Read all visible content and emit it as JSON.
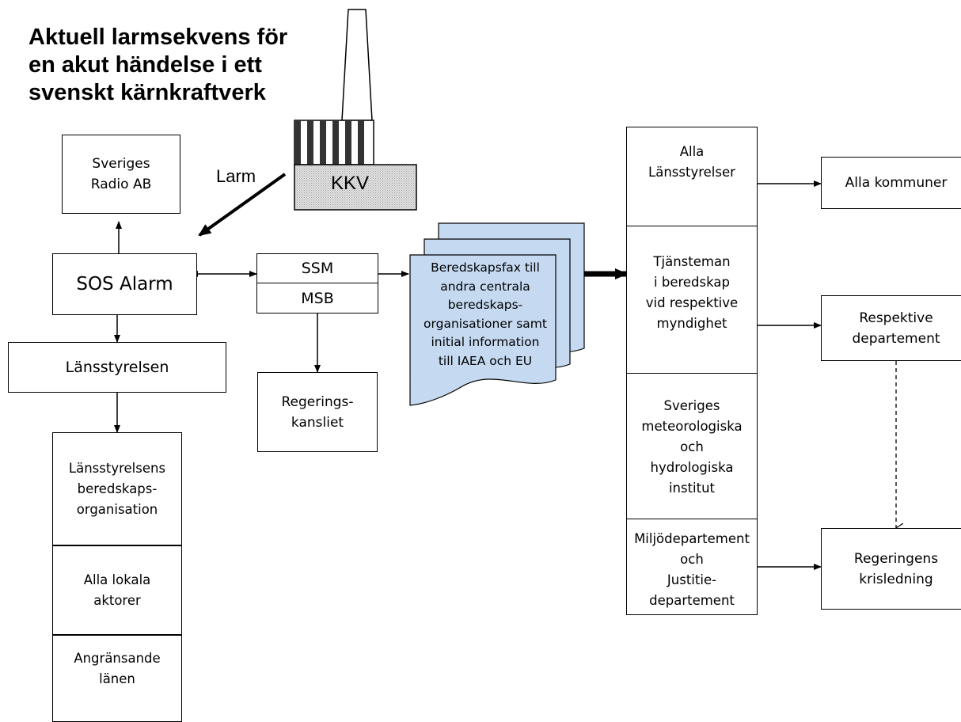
{
  "title": "Aktuell larmsekvens för\nen akut händelse i ett\nsvenskt kärnkraftverk",
  "nodes": {
    "kkv": "KKV",
    "larm": "Larm",
    "sveriges_radio": "Sveriges\nRadio AB",
    "sos_alarm": "SOS Alarm",
    "lansstyrelsen": "Länsstyrelsen",
    "ssm": "SSM",
    "msb": "MSB",
    "regeringskansliet": "Regerings-\nkansliet",
    "beredskapsfax": "Beredskapsfax till\nandra centrala\nberedskaps-\norganisationer samt\ninitial information\ntill IAEA och EU",
    "alla_kommuner": "Alla kommuner",
    "respektive_departement": "Respektive\ndepartement",
    "regeringens_krisledning": "Regeringens\nkrisledning"
  },
  "left_stack": [
    "Länsstyrelsens\nberedskaps-\norganisation",
    "Alla lokala\naktorer",
    "Angränsande\nlänen"
  ],
  "right_stack": [
    "Alla\nLänsstyrelser",
    "Tjänsteman\ni beredskap\nvid respektive\nmyndighet",
    "Sveriges\nmeteorologiska\noch\nhydrologiska\ninstitut",
    "Miljödepartement\noch\nJustitie-\ndepartement"
  ],
  "colors": {
    "document_fill": "#c5d9f1",
    "line": "#000000"
  }
}
